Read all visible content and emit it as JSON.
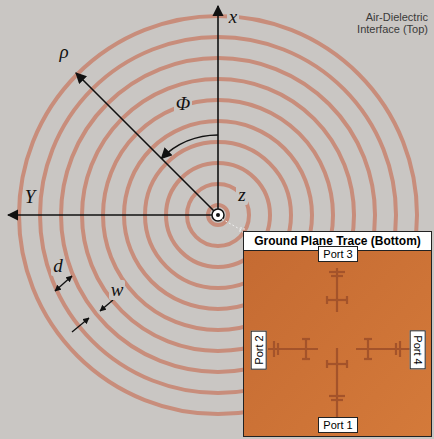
{
  "diagram": {
    "nodes": [
      {
        "text": [
          "Ground Plane Trace (Bottom)"
        ]
      },
      {
        "text": [
          "Port 3"
        ],
        "in": 0
      },
      {
        "text": [
          "Port 2"
        ],
        "in": 0
      },
      {
        "text": [
          "Port 4"
        ],
        "in": 0
      },
      {
        "text": [
          "Port 1"
        ],
        "in": 0
      }
    ],
    "labels": [
      "Air-Dielectric Interface (Top)",
      "x",
      "ρ",
      "Φ",
      "Y",
      "z",
      "d",
      "w"
    ]
  }
}
